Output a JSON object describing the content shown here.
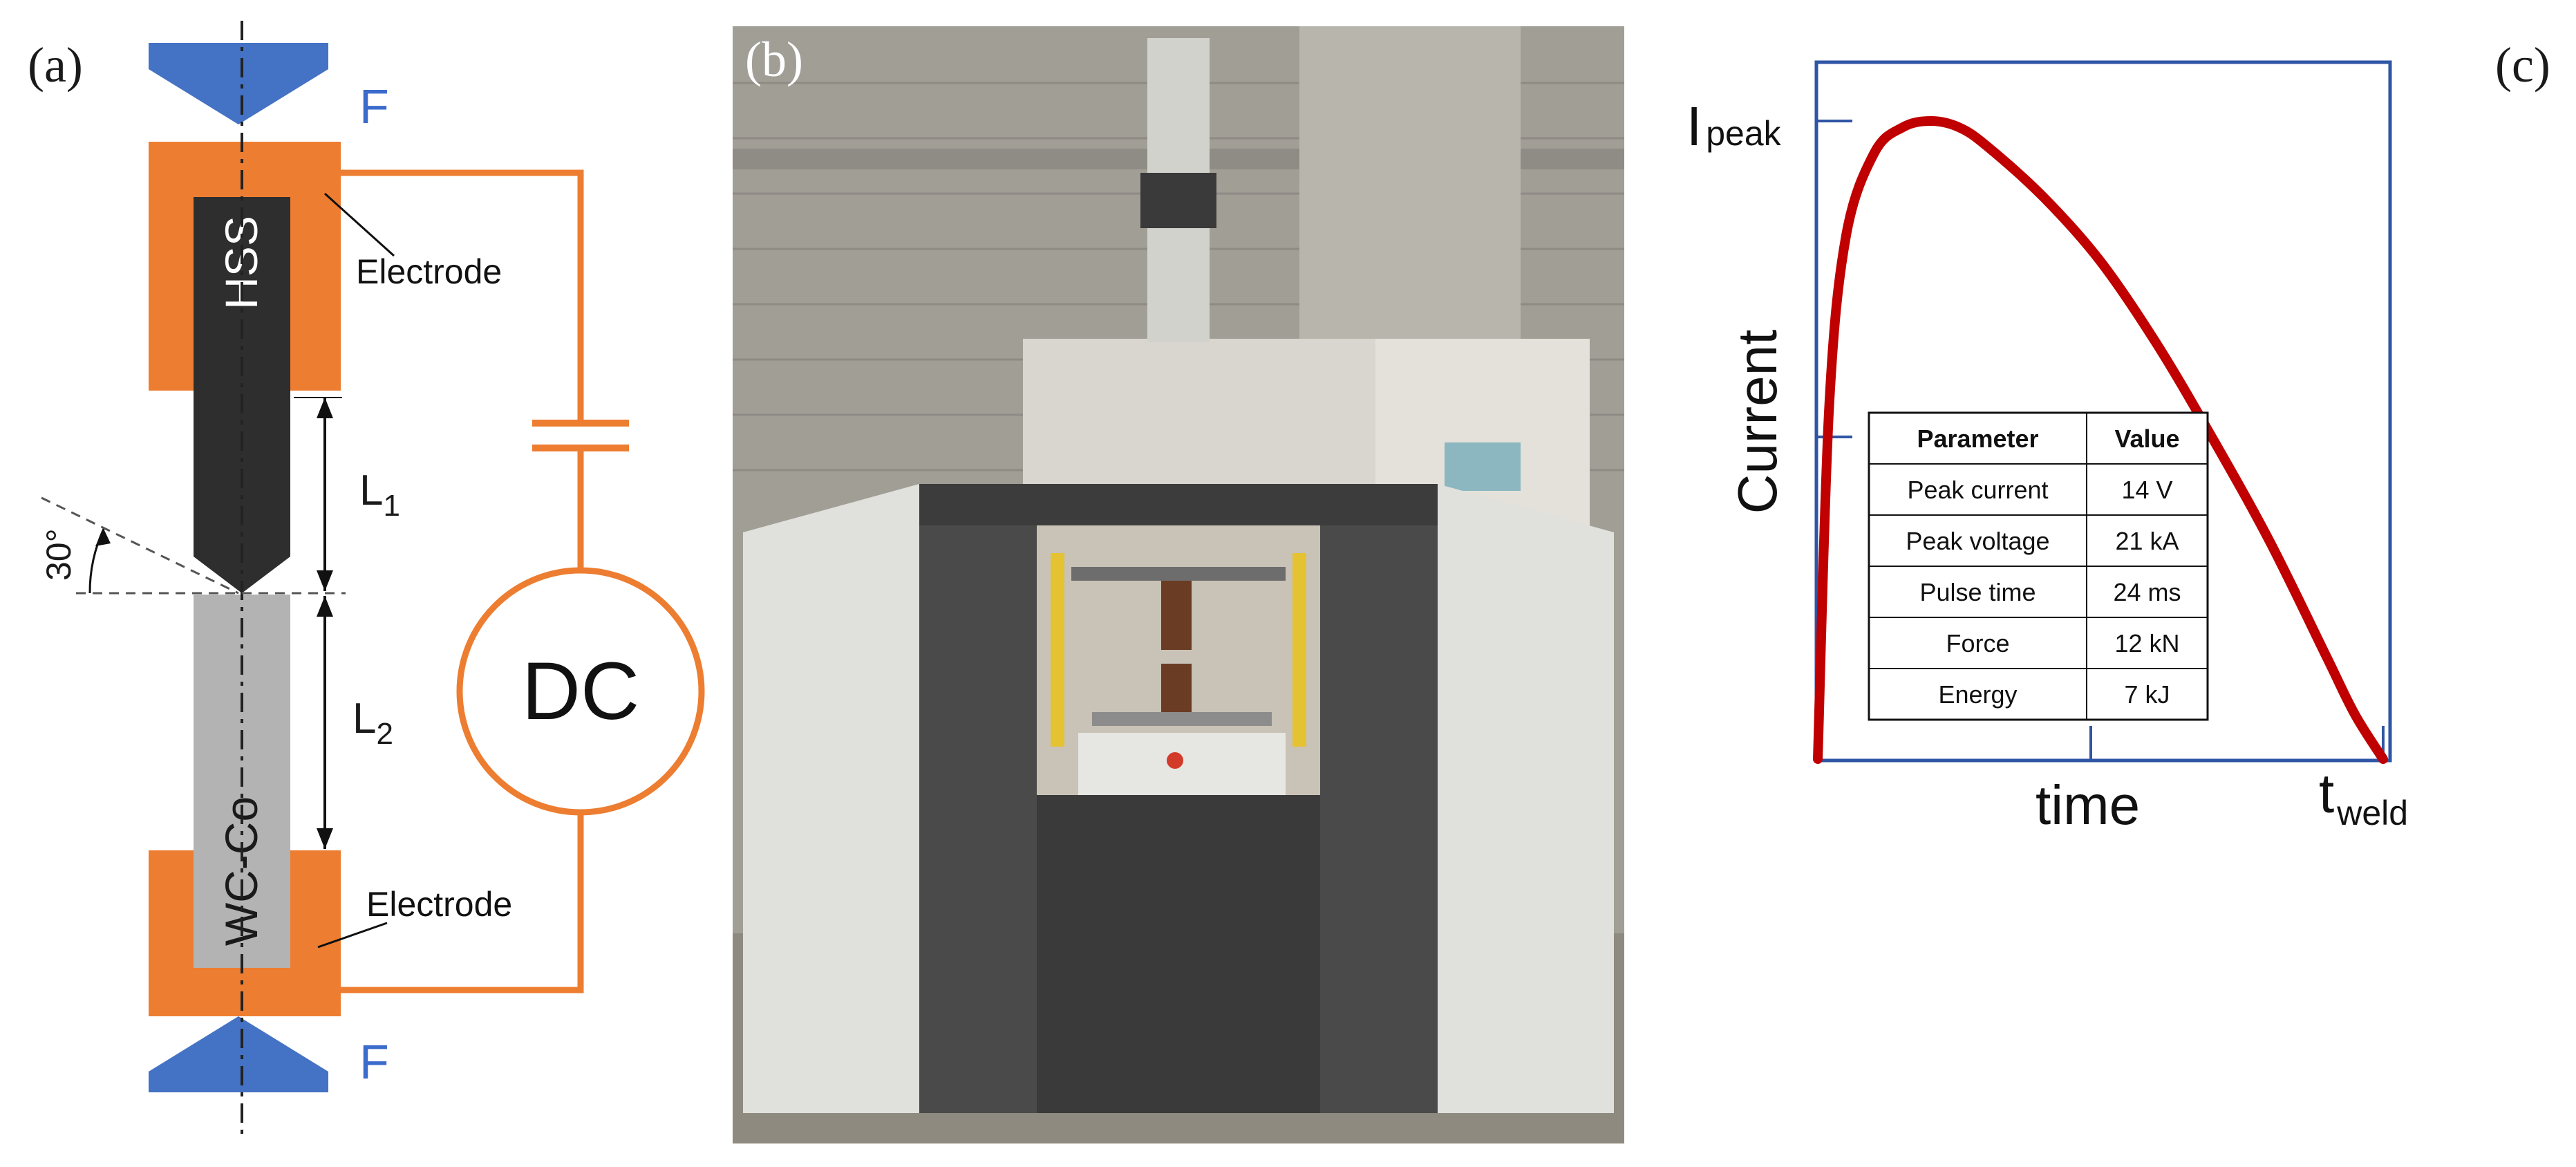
{
  "panel_a": {
    "label": "(a)",
    "force_top": "F",
    "force_bottom": "F",
    "hss_label": "HSS",
    "wcco_label": "WC-Co",
    "electrode_top": "Electrode",
    "electrode_bottom": "Electrode",
    "l1_main": "L",
    "l1_sub": "1",
    "l2_main": "L",
    "l2_sub": "2",
    "angle": "30°",
    "dc_label": "DC",
    "colors": {
      "electrode": "#ed7d31",
      "hss": "#2e2e2e",
      "wcco": "#b3b3b3",
      "force_arrow": "#4472c4",
      "wire": "#ed7d31"
    }
  },
  "panel_b": {
    "label": "(b)",
    "photo_description_icon": "welding-machine-photo"
  },
  "panel_c": {
    "label": "(c)",
    "y_axis_title": "Current",
    "x_axis_title": "time",
    "peak_label_main": "I",
    "peak_label_sub": "peak",
    "end_label_main": "t",
    "end_label_sub": "weld",
    "table": {
      "headers": [
        "Parameter",
        "Value"
      ],
      "rows": [
        [
          "Peak current",
          "14 V"
        ],
        [
          "Peak voltage",
          "21 kA"
        ],
        [
          "Pulse time",
          "24 ms"
        ],
        [
          "Force",
          "12 kN"
        ],
        [
          "Energy",
          "7 kJ"
        ]
      ]
    },
    "colors": {
      "curve": "#c00000",
      "frame": "#2f55a4"
    }
  },
  "chart_data": {
    "type": "line",
    "title": "",
    "xlabel": "time",
    "ylabel": "Current",
    "x_marks": [
      "time",
      "t_weld"
    ],
    "y_marks": [
      "I_peak"
    ],
    "grid": false,
    "series": [
      {
        "x": [
          0.0,
          0.02,
          0.05,
          0.1,
          0.15,
          0.2,
          0.25,
          0.3,
          0.4,
          0.5,
          0.6,
          0.7,
          0.8,
          0.9,
          0.95,
          1.0
        ],
        "values": [
          0.0,
          0.55,
          0.82,
          0.95,
          0.99,
          1.0,
          0.99,
          0.96,
          0.88,
          0.78,
          0.65,
          0.5,
          0.34,
          0.16,
          0.07,
          0.0
        ]
      }
    ]
  }
}
